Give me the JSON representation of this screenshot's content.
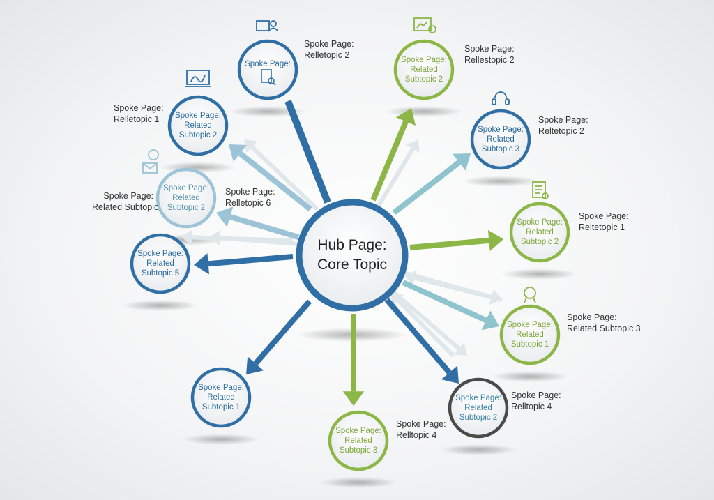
{
  "hub": {
    "line1": "Hub Page:",
    "line2": "Core Topic"
  },
  "colors": {
    "blue": "#2f6fa6",
    "green": "#8cb646",
    "teal": "#8fc3cd",
    "lightblue": "#9cc3d6",
    "gray": "#4a4a4a"
  },
  "nodes": [
    {
      "id": "n1",
      "lines": [
        "Spoke Page:"
      ],
      "color": "blue",
      "icon": "document-magnifier-icon"
    },
    {
      "id": "n2",
      "lines": [
        "Spoke Page:",
        "Related",
        "Subtopic 2"
      ],
      "color": "green",
      "icon": "chart-calendar-icon"
    },
    {
      "id": "n3",
      "lines": [
        "Spoke Page:",
        "Related",
        "Subtopic 3"
      ],
      "color": "blue",
      "icon": "headset-icon"
    },
    {
      "id": "n4",
      "lines": [
        "Spoke Page:",
        "Related",
        "Subtopic 2"
      ],
      "color": "green",
      "icon": "certificate-icon"
    },
    {
      "id": "n5",
      "lines": [
        "Spoke Page:",
        "Related",
        "Subtopic 1"
      ],
      "color": "green",
      "icon": "award-badge-icon"
    },
    {
      "id": "n6",
      "lines": [
        "Spoke Page:",
        "Related",
        "Subtopic 2"
      ],
      "color": "gray"
    },
    {
      "id": "n7",
      "lines": [
        "Spoke Page:",
        "Related",
        "Subtopic 3"
      ],
      "color": "green"
    },
    {
      "id": "n8",
      "lines": [
        "Spoke Page:",
        "Related",
        "Subtopic 1"
      ],
      "color": "blue"
    },
    {
      "id": "n9",
      "lines": [
        "Spoke Page:",
        "Related",
        "Subtopic 5"
      ],
      "color": "blue"
    },
    {
      "id": "n10",
      "lines": [
        "Spoke Page:",
        "Related",
        "Subtopic 2"
      ],
      "color": "lightblue",
      "icon": "mail-clock-icon"
    },
    {
      "id": "n11",
      "lines": [
        "Spoke Page:",
        "Related",
        "Subtopic 2"
      ],
      "color": "blue",
      "icon": "monitor-chart-icon"
    }
  ],
  "labels": [
    {
      "line1": "Spoke Page:",
      "line2": "Relletopic 2"
    },
    {
      "line1": "Spoke Page:",
      "line2": "Rellestopic 2"
    },
    {
      "line1": "Spoke Page:",
      "line2": "Reltetopic 2"
    },
    {
      "line1": "Spoke Page:",
      "line2": "Reltetopic 1"
    },
    {
      "line1": "Spoke Page:",
      "line2": "Related Subtopic 3"
    },
    {
      "line1": "Spoke Page:",
      "line2": "Relltopic 4"
    },
    {
      "line1": "Spoke Page:",
      "line2": "Relltopic 4"
    },
    {
      "line1": "Spoke Page:",
      "line2": "Relletopic 6"
    },
    {
      "line1": "Spoke Page:",
      "line2": "Related Subtopic"
    },
    {
      "line1": "Spoke Page:",
      "line2": "Relletopic 1"
    }
  ]
}
